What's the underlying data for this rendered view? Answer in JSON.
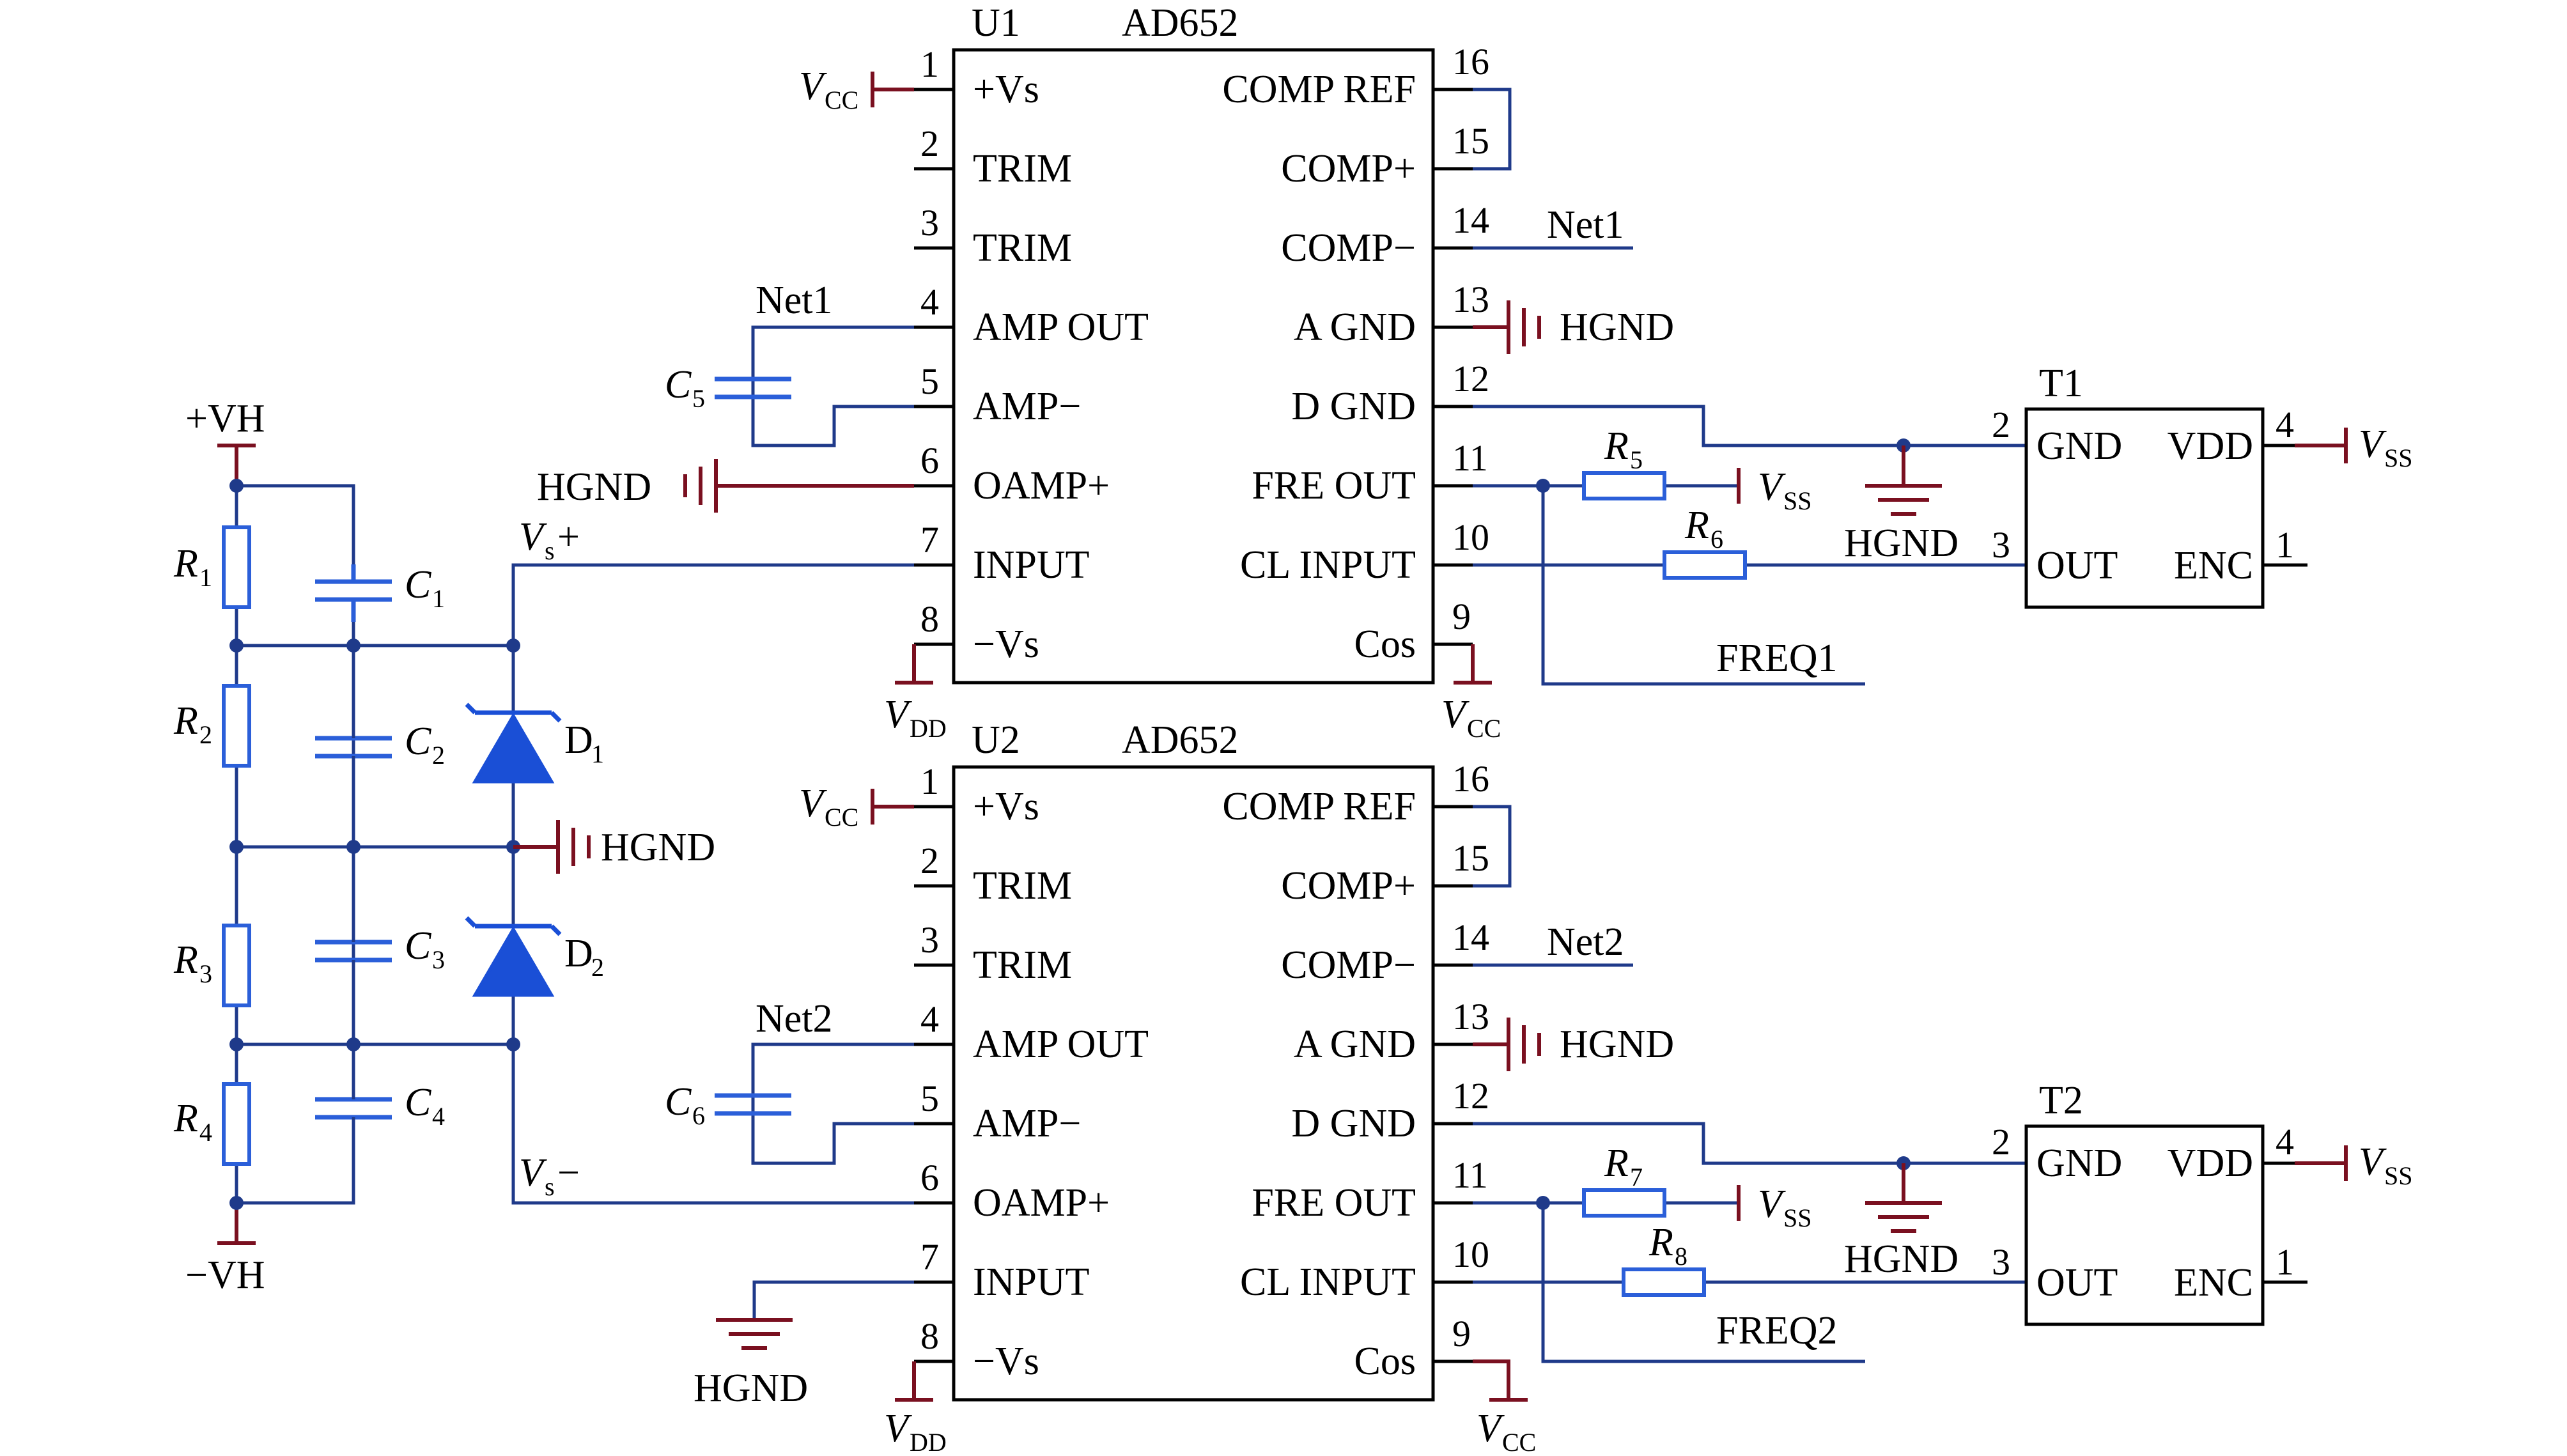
{
  "colors": {
    "wire": "#1f3a8a",
    "component": "#2b5fd9",
    "diode": "#1a4fd6",
    "power_symbol": "#7a1020",
    "outline": "#000000",
    "background": "#ffffff"
  },
  "u1": {
    "ref": "U1",
    "part": "AD652",
    "left_pins": [
      {
        "num": "1",
        "name": "+Vs"
      },
      {
        "num": "2",
        "name": "TRIM"
      },
      {
        "num": "3",
        "name": "TRIM"
      },
      {
        "num": "4",
        "name": "AMP OUT"
      },
      {
        "num": "5",
        "name": "AMP−"
      },
      {
        "num": "6",
        "name": "OAMP+"
      },
      {
        "num": "7",
        "name": "INPUT"
      },
      {
        "num": "8",
        "name": "−Vs"
      }
    ],
    "right_pins": [
      {
        "num": "16",
        "name": "COMP REF"
      },
      {
        "num": "15",
        "name": "COMP+"
      },
      {
        "num": "14",
        "name": "COMP−"
      },
      {
        "num": "13",
        "name": "A GND"
      },
      {
        "num": "12",
        "name": "D GND"
      },
      {
        "num": "11",
        "name": "FRE OUT"
      },
      {
        "num": "10",
        "name": "CL INPUT"
      },
      {
        "num": "9",
        "name": "Cos"
      }
    ]
  },
  "u2": {
    "ref": "U2",
    "part": "AD652",
    "left_pins": [
      {
        "num": "1",
        "name": "+Vs"
      },
      {
        "num": "2",
        "name": "TRIM"
      },
      {
        "num": "3",
        "name": "TRIM"
      },
      {
        "num": "4",
        "name": "AMP OUT"
      },
      {
        "num": "5",
        "name": "AMP−"
      },
      {
        "num": "6",
        "name": "OAMP+"
      },
      {
        "num": "7",
        "name": "INPUT"
      },
      {
        "num": "8",
        "name": "−Vs"
      }
    ],
    "right_pins": [
      {
        "num": "16",
        "name": "COMP REF"
      },
      {
        "num": "15",
        "name": "COMP+"
      },
      {
        "num": "14",
        "name": "COMP−"
      },
      {
        "num": "13",
        "name": "A GND"
      },
      {
        "num": "12",
        "name": "D GND"
      },
      {
        "num": "11",
        "name": "FRE OUT"
      },
      {
        "num": "10",
        "name": "CL INPUT"
      },
      {
        "num": "9",
        "name": "Cos"
      }
    ]
  },
  "t1": {
    "ref": "T1",
    "pins": [
      {
        "num": "2",
        "name": "GND"
      },
      {
        "num": "4",
        "name": "VDD"
      },
      {
        "num": "3",
        "name": "OUT"
      },
      {
        "num": "1",
        "name": "ENC"
      }
    ]
  },
  "t2": {
    "ref": "T2",
    "pins": [
      {
        "num": "2",
        "name": "GND"
      },
      {
        "num": "4",
        "name": "VDD"
      },
      {
        "num": "3",
        "name": "OUT"
      },
      {
        "num": "1",
        "name": "ENC"
      }
    ]
  },
  "nets": {
    "net1": "Net1",
    "net2": "Net2",
    "hgnd": "HGND",
    "freq1": "FREQ1",
    "freq2": "FREQ2",
    "vh_pos": "+VH",
    "vh_neg": "−VH"
  },
  "supplies": {
    "vcc": {
      "main": "V",
      "sub": "CC"
    },
    "vdd": {
      "main": "V",
      "sub": "DD"
    },
    "vss": {
      "main": "V",
      "sub": "SS"
    },
    "vs_plus": {
      "main": "V",
      "sub": "s",
      "suffix": "+"
    },
    "vs_minus": {
      "main": "V",
      "sub": "s",
      "suffix": "−"
    }
  },
  "components": {
    "r1": {
      "main": "R",
      "sub": "1"
    },
    "r2": {
      "main": "R",
      "sub": "2"
    },
    "r3": {
      "main": "R",
      "sub": "3"
    },
    "r4": {
      "main": "R",
      "sub": "4"
    },
    "r5": {
      "main": "R",
      "sub": "5"
    },
    "r6": {
      "main": "R",
      "sub": "6"
    },
    "r7": {
      "main": "R",
      "sub": "7"
    },
    "r8": {
      "main": "R",
      "sub": "8"
    },
    "c1": {
      "main": "C",
      "sub": "1"
    },
    "c2": {
      "main": "C",
      "sub": "2"
    },
    "c3": {
      "main": "C",
      "sub": "3"
    },
    "c4": {
      "main": "C",
      "sub": "4"
    },
    "c5": {
      "main": "C",
      "sub": "5"
    },
    "c6": {
      "main": "C",
      "sub": "6"
    },
    "d1": {
      "main": "D",
      "sub": "1"
    },
    "d2": {
      "main": "D",
      "sub": "2"
    }
  }
}
